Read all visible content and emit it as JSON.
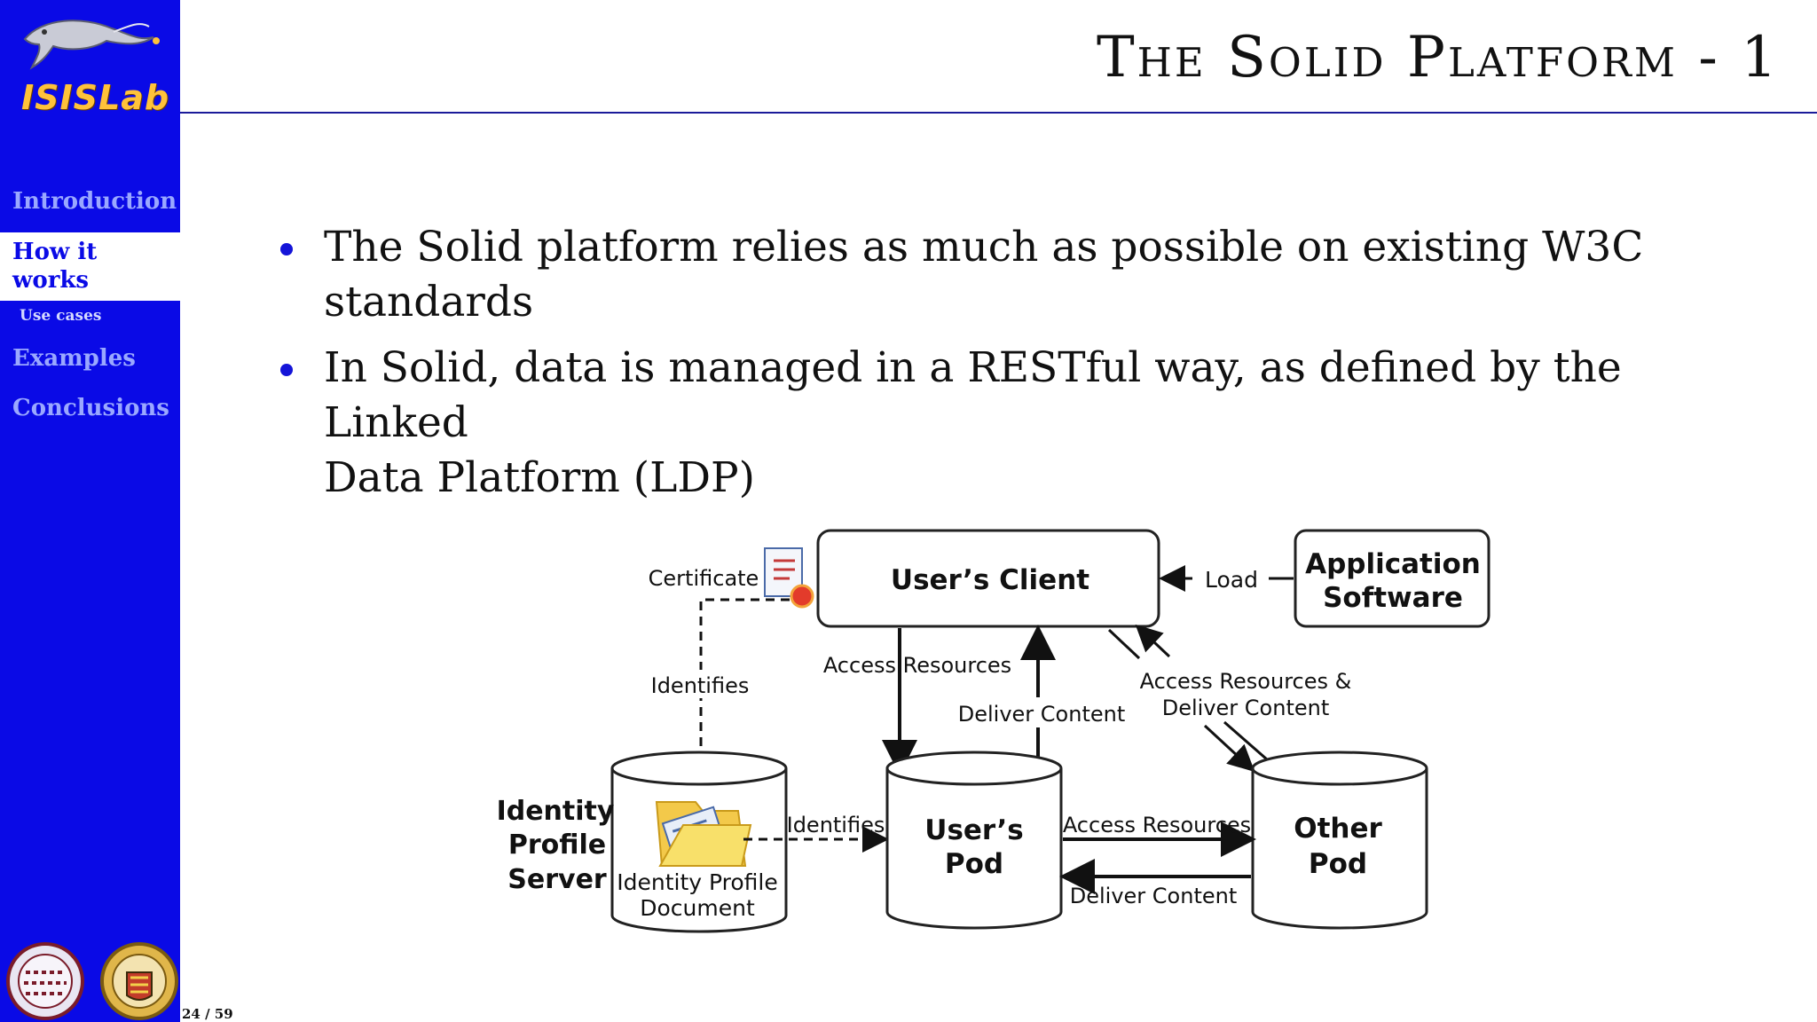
{
  "sidebar": {
    "logo_text": "ISISLab",
    "nav": {
      "introduction": "Introduction",
      "how_it_works_line1": "How it",
      "how_it_works_line2": "works",
      "use_cases": "Use cases",
      "examples": "Examples",
      "conclusions": "Conclusions"
    },
    "footer": {
      "page": "24 / 59"
    }
  },
  "slide": {
    "title": "The Solid Platform - 1",
    "bullets": [
      {
        "line1": "The Solid platform relies as much as possible on existing W3C",
        "line2": "standards"
      },
      {
        "line1": "In Solid, data is managed in a RESTful way, as defined by the Linked",
        "line2": "Data Platform (LDP)"
      }
    ]
  },
  "diagram": {
    "users_client": "User’s Client",
    "application_software_1": "Application",
    "application_software_2": "Software",
    "load": "Load",
    "certificate": "Certificate",
    "identifies_1": "Identifies",
    "access_resources_1": "Access Resources",
    "deliver_content_1": "Deliver Content",
    "access_deliver_1": "Access Resources &",
    "access_deliver_2": "Deliver Content",
    "identity_profile_server_1": "Identity",
    "identity_profile_server_2": "Profile",
    "identity_profile_server_3": "Server",
    "identity_profile_document_1": "Identity Profile",
    "identity_profile_document_2": "Document",
    "identifies_2": "Identifies",
    "users_pod_1": "User’s",
    "users_pod_2": "Pod",
    "access_resources_2": "Access Resources",
    "deliver_content_2": "Deliver Content",
    "other_pod_1": "Other",
    "other_pod_2": "Pod"
  },
  "colors": {
    "sidebar": "#0a0ae6",
    "bullet": "#1414d8",
    "rule": "#1b1b9a",
    "logo": "#ffc23a"
  }
}
